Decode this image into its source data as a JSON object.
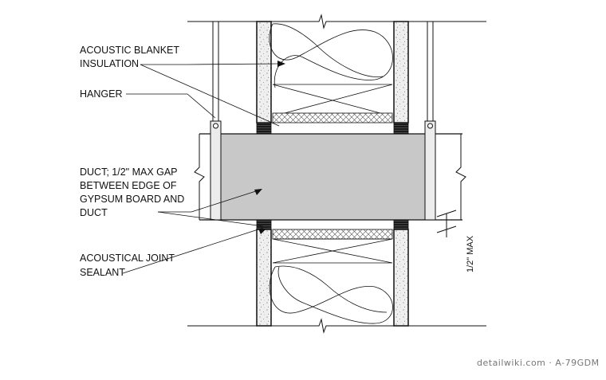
{
  "labels": {
    "acoustic_blanket_1": "ACOUSTIC BLANKET",
    "acoustic_blanket_2": "INSULATION",
    "hanger": "HANGER",
    "duct_1": "DUCT; 1/2\" MAX GAP",
    "duct_2": "BETWEEN EDGE OF",
    "duct_3": "GYPSUM BOARD AND",
    "duct_4": "DUCT",
    "sealant_1": "ACOUSTICAL JOINT",
    "sealant_2": "SEALANT"
  },
  "dimension": "1/2\" MAX",
  "watermark": "detailwiki.com · A-79GDM",
  "colors": {
    "duct_fill": "#c8c8c8",
    "gypsum_fill": "#ececec",
    "line": "#111111",
    "watermark": "#777777"
  }
}
